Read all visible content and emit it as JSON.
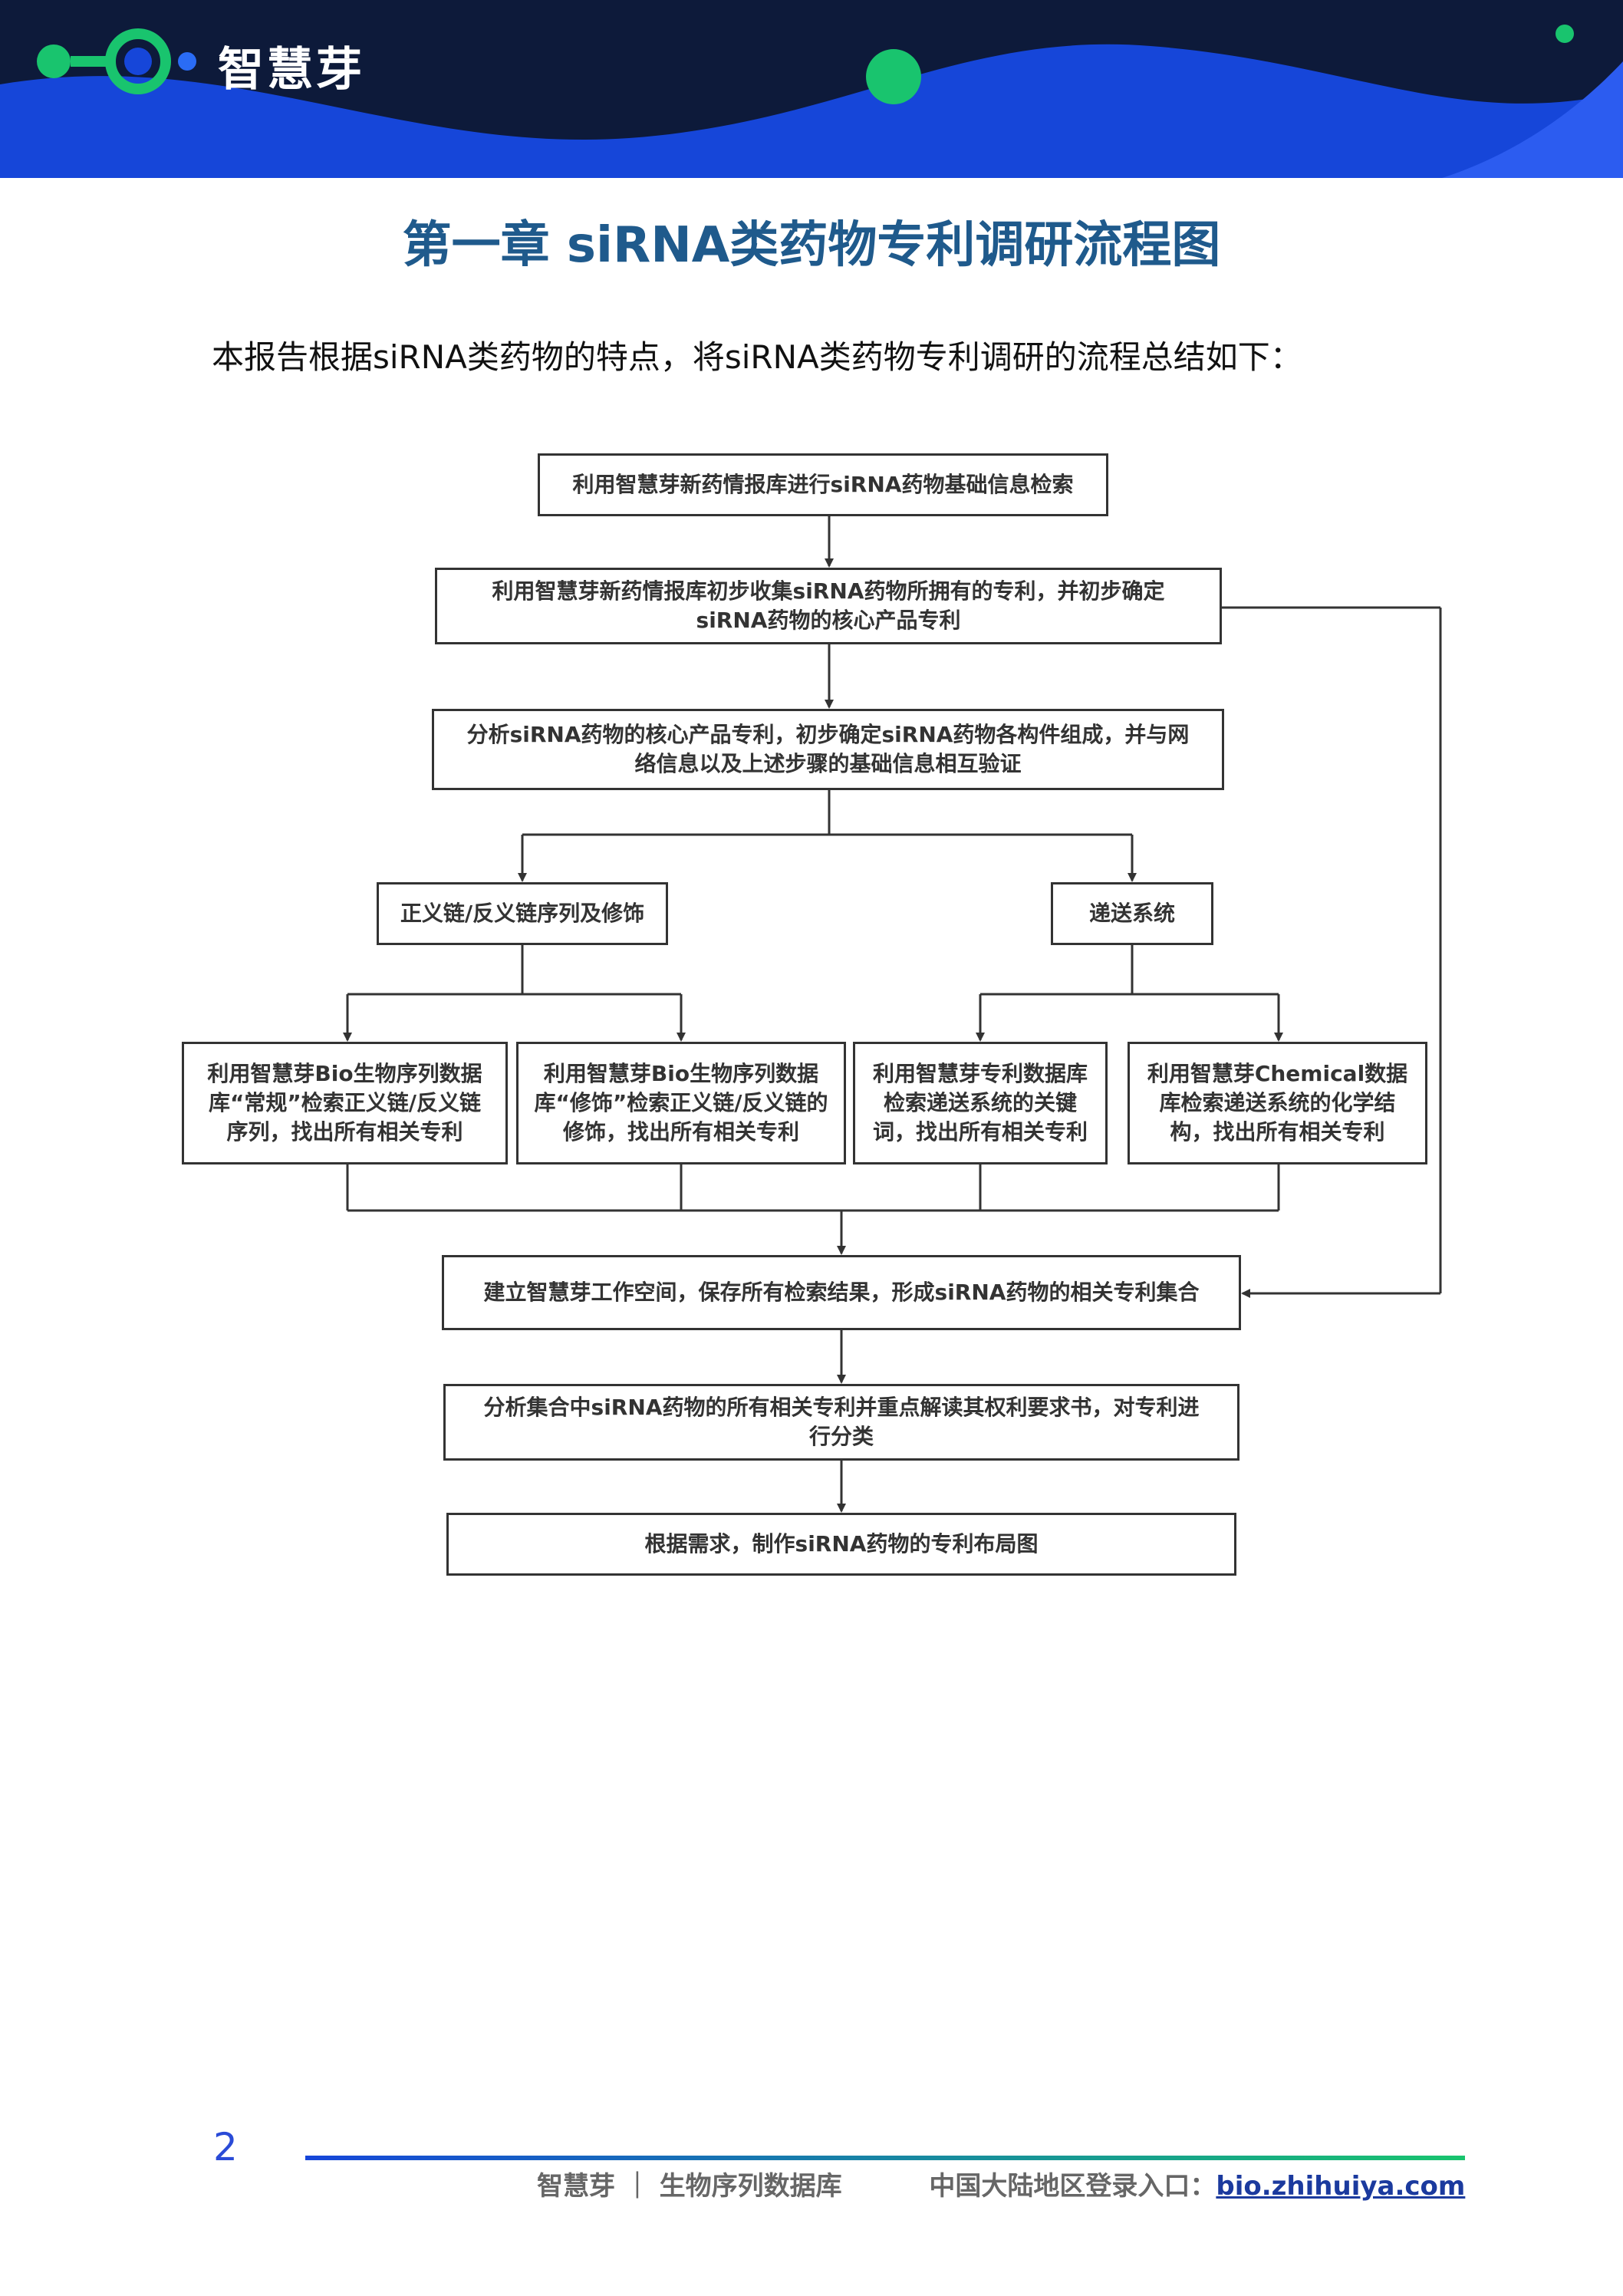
{
  "header": {
    "brand": "智慧芽",
    "colors": {
      "navy": "#0d1a3a",
      "blue": "#1646d9",
      "green": "#19c46e"
    }
  },
  "title": "第一章  siRNA类药物专利调研流程图",
  "intro": "本报告根据siRNA类药物的特点，将siRNA类药物专利调研的流程总结如下：",
  "flow": {
    "step1": "利用智慧芽新药情报库进行siRNA药物基础信息检索",
    "step2": "利用智慧芽新药情报库初步收集siRNA药物所拥有的专利，并初步确定siRNA药物的核心产品专利",
    "step3": "分析siRNA药物的核心产品专利，初步确定siRNA药物各构件组成，并与网络信息以及上述步骤的基础信息相互验证",
    "branch_left": "正义链/反义链序列及修饰",
    "branch_right": "递送系统",
    "leaf1": "利用智慧芽Bio生物序列数据库“常规”检索正义链/反义链序列，找出所有相关专利",
    "leaf2": "利用智慧芽Bio生物序列数据库“修饰”检索正义链/反义链的修饰，找出所有相关专利",
    "leaf3": "利用智慧芽专利数据库检索递送系统的关键词，找出所有相关专利",
    "leaf4": "利用智慧芽Chemical数据库检索递送系统的化学结构，找出所有相关专利",
    "step4": "建立智慧芽工作空间，保存所有检索结果，形成siRNA药物的相关专利集合",
    "step5": "分析集合中siRNA药物的所有相关专利并重点解读其权利要求书，对专利进行分类",
    "step6": "根据需求，制作siRNA药物的专利布局图"
  },
  "footer": {
    "page_number": "2",
    "left": "智慧芽 ｜ 生物序列数据库",
    "right_label": "中国大陆地区登录入口：",
    "link": "bio.zhihuiya.com"
  }
}
